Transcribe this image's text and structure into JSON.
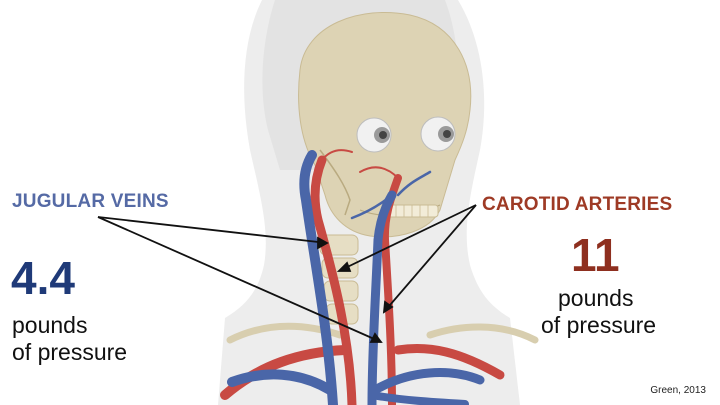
{
  "left_label": {
    "title": "JUGULAR VEINS",
    "value": "4.4",
    "unit_line1": "pounds",
    "unit_line2": "of pressure"
  },
  "right_label": {
    "title": "CAROTID ARTERIES",
    "value": "11",
    "unit_line1": "pounds",
    "unit_line2": "of pressure"
  },
  "citation": "Green, 2013",
  "colors": {
    "vein_blue": "#4a66a8",
    "artery_red": "#c84a43",
    "jugular_title": "#556aa5",
    "carotid_title": "#9e3a25",
    "bone": "#ddd3b4"
  }
}
